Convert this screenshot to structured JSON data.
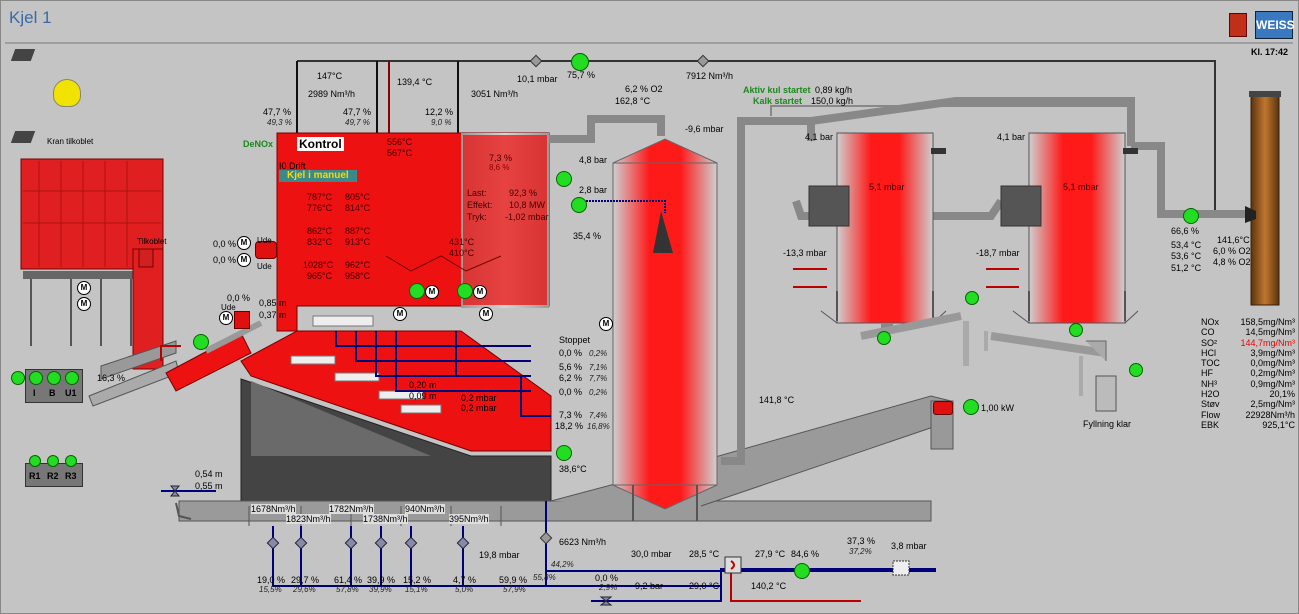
{
  "window": {
    "title": "Kjel 1",
    "clock": "Kl. 17:42",
    "logo": "WEISS"
  },
  "labels": {
    "kran_tilkoblet": "Kran tilkoblet",
    "tilkoblet": "Tilkoblet",
    "denox": "DeNOx",
    "kontrol": "Kontrol",
    "i_drift": "I0 Drift",
    "kjel_manuel": "Kjel i manuel",
    "stoppet": "Stoppet",
    "fyllning_klar": "Fyllning klar",
    "aktiv_kul": "Aktiv kul startet",
    "kalk": "Kalk startet",
    "ude1": "Ude",
    "ude2": "Ude",
    "ude3": "Ude",
    "btn_i": "I",
    "btn_b": "B",
    "btn_u1": "U1",
    "btn_r1": "R1",
    "btn_r2": "R2",
    "btn_r3": "R3"
  },
  "readings": {
    "t147": "147°C",
    "f2989": "2989 Nm³/h",
    "t1394": "139,4 °C",
    "f3051": "3051 Nm³/h",
    "p101": "10,1 mbar",
    "p757": "75,7 %",
    "f7912": "7912 Nm³/h",
    "o2_62": "6,2 % O2",
    "t1628": "162,8 °C",
    "p96": "-9,6 mbar",
    "kul": "0,89 kg/h",
    "kalk": "150,0 kg/h",
    "pct477a": "47,7 %",
    "pct493": "49,3 %",
    "pct477b": "47,7 %",
    "pct497": "49,7 %",
    "pct122": "12,2 %",
    "pct90": "9,0 %",
    "t556": "556°C",
    "t567": "567°C",
    "o2box": "7,3 %",
    "o2box2": "8,6 %",
    "last_l": "Last:",
    "last_v": "92,3 %",
    "eff_l": "Effekt:",
    "eff_v": "10,8 MW",
    "tryk_l": "Tryk:",
    "tryk_v": "-1,02 mbar",
    "t787": "787°C",
    "t805": "805°C",
    "t776": "776°C",
    "t814": "814°C",
    "t862": "862°C",
    "t887": "887°C",
    "t832": "832°C",
    "t913": "913°C",
    "t1028": "1028°C",
    "t962": "962°C",
    "t965": "965°C",
    "t958": "958°C",
    "t431": "431°C",
    "t410": "410°C",
    "p48": "4,8 bar",
    "p28": "2,8 bar",
    "p354": "35,4 %",
    "p41a": "4,1 bar",
    "p41b": "4,1 bar",
    "p51a": "5,1 mbar",
    "p51b": "5,1 mbar",
    "p133": "-13,3 mbar",
    "p187": "-18,7 mbar",
    "p666": "66,6 %",
    "t1416": "141,6°C",
    "t534": "53,4 °C",
    "o2_60": "6,0 % O2",
    "t536": "53,6 °C",
    "o2_48": "4,8 % O2",
    "t512": "51,2 °C",
    "ude_a": "0,0 %",
    "ude_b": "0,0 %",
    "p00": "0,0 %",
    "p085": "0,85 m",
    "p037": "0,37 m",
    "p163": "16,3 %",
    "m020": "0,20 m",
    "m009": "0,09 m",
    "mb02a": "0,2 mbar",
    "mb02b": "0,2 mbar",
    "z1a": "0,0 %",
    "z1b": "0,2%",
    "z2a": "5,6 %",
    "z2b": "7,1%",
    "z3a": "6,2 %",
    "z3b": "7,7%",
    "z4a": "0,0 %",
    "z4b": "0,2%",
    "z5a": "7,3 %",
    "z5b": "7,4%",
    "z6a": "18,2 %",
    "z6b": "16,8%",
    "t386": "38,6°C",
    "t1418": "141,8 °C",
    "kw": "1,00 kW",
    "m054": "0,54 m",
    "m055": "0,55 m",
    "f1678": "1678Nm³/h",
    "f1823": "1823Nm³/h",
    "f1782": "1782Nm³/h",
    "f1738": "1738Nm³/h",
    "f940": "940Nm³/h",
    "f395": "395Nm³/h",
    "f6623": "6623 Nm³/h",
    "b1a": "19,0 %",
    "b1b": "15,5%",
    "b2a": "29,7 %",
    "b2b": "29,6%",
    "b3a": "61,4 %",
    "b3b": "57,8%",
    "b4a": "39,9 %",
    "b4b": "39,9%",
    "b5a": "15,2 %",
    "b5b": "15,1%",
    "b6a": "4,7 %",
    "b6b": "5,0%",
    "mb198": "19,8 mbar",
    "b7a": "59,9 %",
    "b7b": "57,9%",
    "b8": "44,2%",
    "b9": "55,8%",
    "mb300": "30,0 mbar",
    "t285": "28,5 °C",
    "t279": "27,9 °C",
    "p846": "84,6 %",
    "p373a": "37,3 %",
    "p373b": "37,2%",
    "mb38": "3,8 mbar",
    "v00": "0,0 %",
    "v29": "2,9%",
    "mb92": "9,2 bar",
    "t290": "29,0 °C",
    "t1402": "140,2 °C"
  },
  "emissions": [
    {
      "name": "NOx",
      "value": "158,5mg/Nm³",
      "alarm": false
    },
    {
      "name": "CO",
      "value": "14,5mg/Nm³",
      "alarm": false
    },
    {
      "name": "SO²",
      "value": "144,7mg/Nm³",
      "alarm": true
    },
    {
      "name": "HCl",
      "value": "3,9mg/Nm³",
      "alarm": false
    },
    {
      "name": "TOC",
      "value": "0,0mg/Nm³",
      "alarm": false
    },
    {
      "name": "HF",
      "value": "0,2mg/Nm³",
      "alarm": false
    },
    {
      "name": "NH³",
      "value": "0,9mg/Nm³",
      "alarm": false
    },
    {
      "name": "H2O",
      "value": "20,1%",
      "alarm": false
    },
    {
      "name": "Støv",
      "value": "2,5mg/Nm³",
      "alarm": false
    },
    {
      "name": "Flow",
      "value": "22928Nm³/h",
      "alarm": false
    },
    {
      "name": "EBK",
      "value": "925,1°C",
      "alarm": false
    }
  ],
  "colors": {
    "background": "#c4c4c4",
    "boiler_red": "#ee1111",
    "pipe_gray": "#8a8a8a",
    "air_blue": "#00007a",
    "fan_green": "#22dd22",
    "alarm_red": "#ee0000",
    "stack_brown": "#a0622a"
  },
  "icons": {
    "fan": "fan-icon",
    "motor": "motor-icon",
    "crane": "crane-icon",
    "valve": "valve-icon",
    "logo": "weiss-logo",
    "lamp": "lamp-icon"
  }
}
